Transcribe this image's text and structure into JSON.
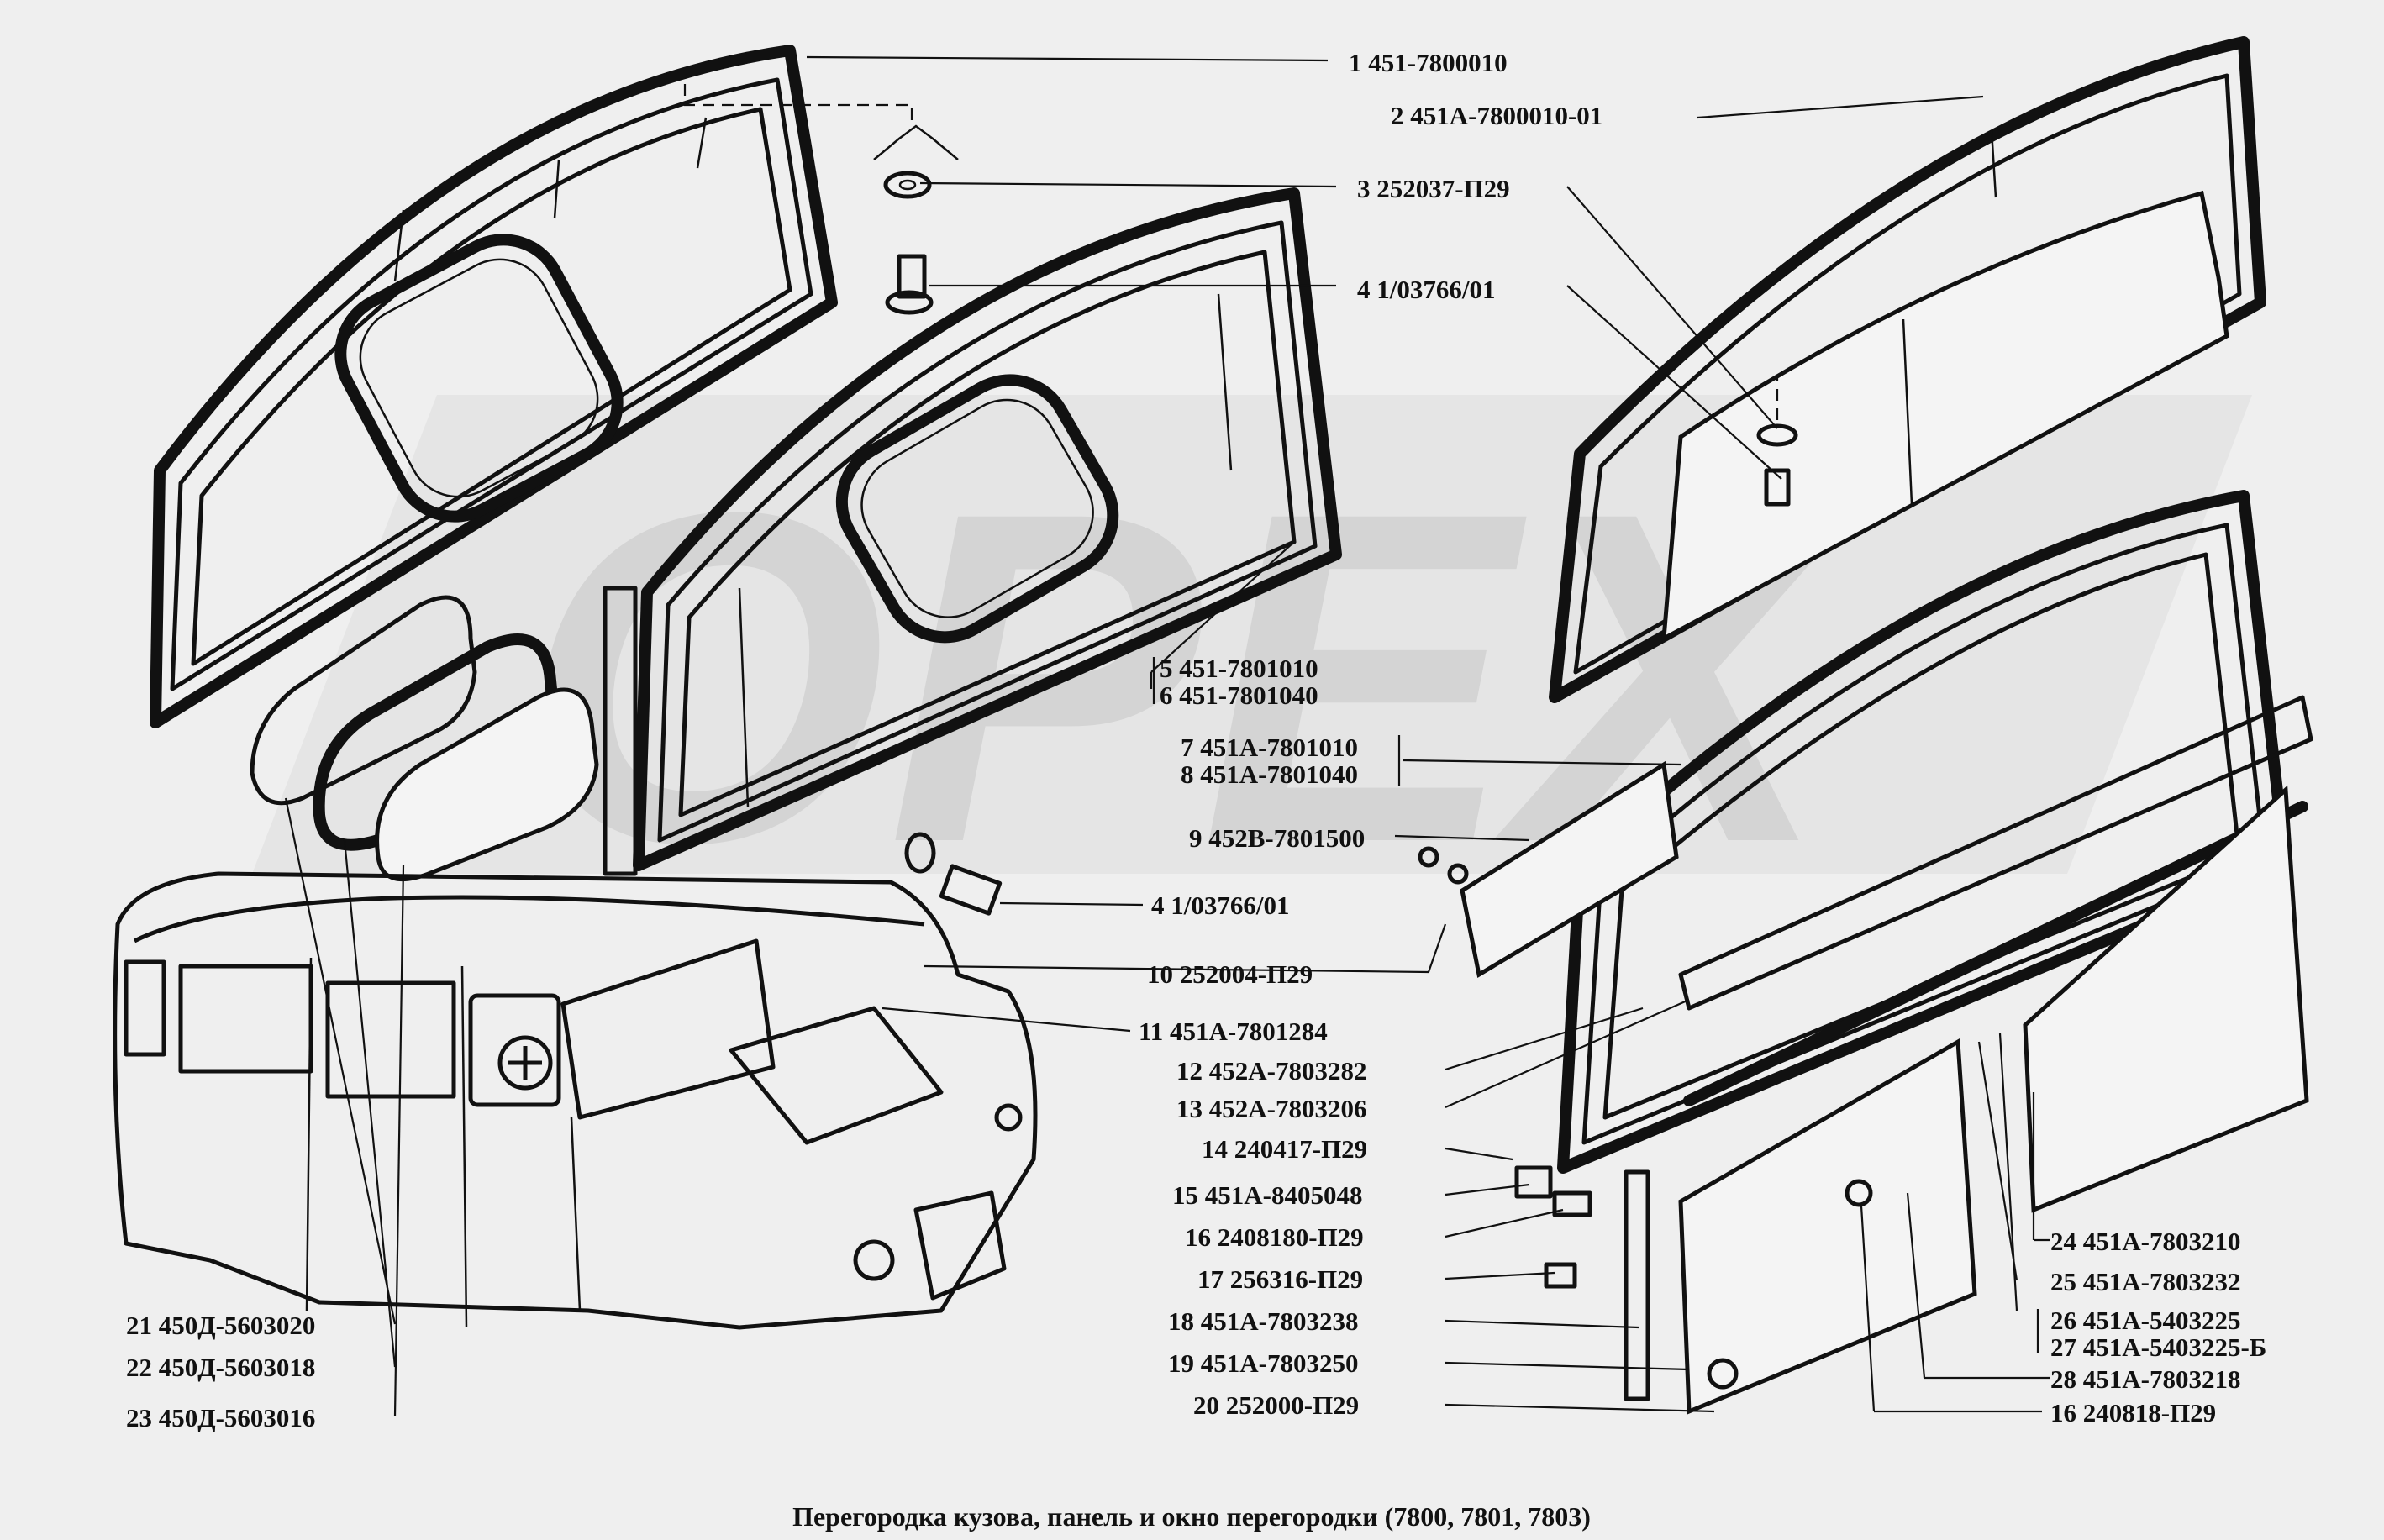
{
  "caption": "Перегородка кузова, панель и окно перегородки (7800, 7801, 7803)",
  "watermark": "OPEX",
  "labels": [
    {
      "num": "1",
      "code": "451-7800010"
    },
    {
      "num": "2",
      "code": "451А-7800010-01"
    },
    {
      "num": "3",
      "code": "252037-П29"
    },
    {
      "num": "4",
      "code": "1/03766/01"
    },
    {
      "num": "5",
      "code": "451-7801010"
    },
    {
      "num": "6",
      "code": "451-7801040"
    },
    {
      "num": "7",
      "code": "451А-7801010"
    },
    {
      "num": "8",
      "code": "451А-7801040"
    },
    {
      "num": "9",
      "code": "452В-7801500"
    },
    {
      "num": "4",
      "code": "1/03766/01"
    },
    {
      "num": "10",
      "code": "252004-П29"
    },
    {
      "num": "11",
      "code": "451А-7801284"
    },
    {
      "num": "12",
      "code": "452А-7803282"
    },
    {
      "num": "13",
      "code": "452А-7803206"
    },
    {
      "num": "14",
      "code": "240417-П29"
    },
    {
      "num": "15",
      "code": "451А-8405048"
    },
    {
      "num": "16",
      "code": "2408180-П29"
    },
    {
      "num": "17",
      "code": "256316-П29"
    },
    {
      "num": "18",
      "code": "451А-7803238"
    },
    {
      "num": "19",
      "code": "451А-7803250"
    },
    {
      "num": "20",
      "code": "252000-П29"
    },
    {
      "num": "21",
      "code": "450Д-5603020"
    },
    {
      "num": "22",
      "code": "450Д-5603018"
    },
    {
      "num": "23",
      "code": "450Д-5603016"
    },
    {
      "num": "24",
      "code": "451А-7803210"
    },
    {
      "num": "25",
      "code": "451А-7803232"
    },
    {
      "num": "26",
      "code": "451А-5403225"
    },
    {
      "num": "27",
      "code": "451А-5403225-Б"
    },
    {
      "num": "28",
      "code": "451А-7803218"
    },
    {
      "num": "16",
      "code": "240818-П29"
    }
  ]
}
